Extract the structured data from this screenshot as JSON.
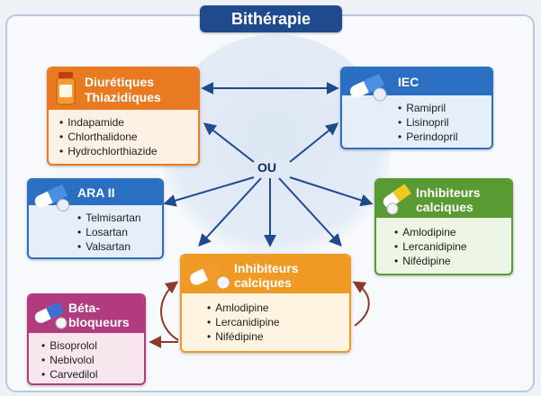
{
  "title": "Bithérapie",
  "connector": "OU",
  "boxes": {
    "diuretiques": {
      "title_l1": "Diurétiques",
      "title_l2": "Thiazidiques",
      "color": "#e87a22",
      "items": [
        "Indapamide",
        "Chlorthalidone",
        "Hydrochlorthiazide"
      ]
    },
    "iec": {
      "title_l1": "IEC",
      "color": "#2b6fc2",
      "items": [
        "Ramipril",
        "Lisinopril",
        "Perindopril"
      ]
    },
    "ara2": {
      "title_l1": "ARA II",
      "color": "#2b6fc2",
      "items": [
        "Telmisartan",
        "Losartan",
        "Valsartan"
      ]
    },
    "inhib_right": {
      "title_l1": "Inhibiteurs",
      "title_l2": "calciques",
      "color": "#5a9a33",
      "items": [
        "Amlodipine",
        "Lercanidipine",
        "Nifédipine"
      ]
    },
    "inhib_center": {
      "title_l1": "Inhibiteurs",
      "title_l2": "calciques",
      "color": "#ef9a25",
      "items": [
        "Amlodipine",
        "Lercanidipine",
        "Nifédipine"
      ]
    },
    "beta": {
      "title_l1": "Béta-",
      "title_l2": "bloqueurs",
      "color": "#b23b7f",
      "items": [
        "Bisoprolol",
        "Nebivolol",
        "Carvedilol"
      ]
    }
  }
}
